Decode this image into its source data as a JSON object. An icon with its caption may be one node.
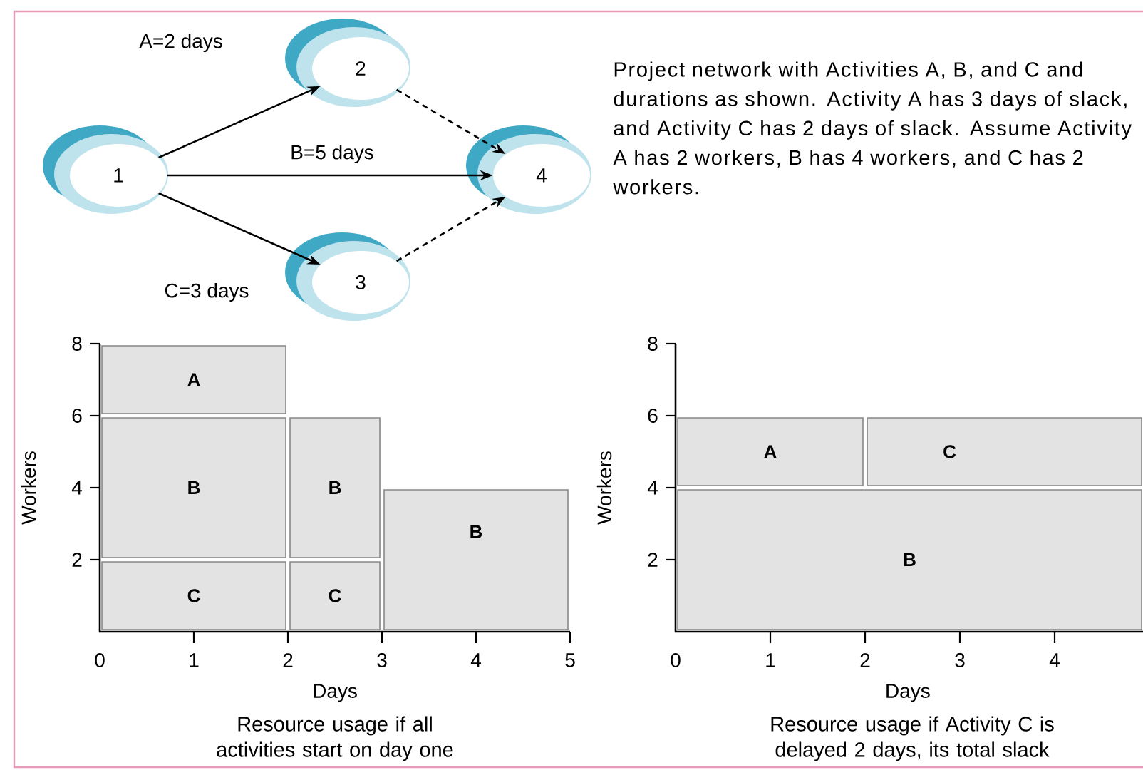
{
  "diagram": {
    "nodes": [
      {
        "text": [
          "1"
        ]
      },
      {
        "text": [
          "2"
        ]
      },
      {
        "text": [
          "3"
        ]
      },
      {
        "text": [
          "4"
        ]
      },
      {
        "text": [
          "A"
        ]
      },
      {
        "text": [
          "B"
        ]
      },
      {
        "text": [
          "B"
        ]
      },
      {
        "text": [
          "B"
        ]
      },
      {
        "text": [
          "C"
        ]
      },
      {
        "text": [
          "C"
        ]
      },
      {
        "text": [
          "A"
        ]
      },
      {
        "text": [
          "C"
        ]
      },
      {
        "text": [
          "B"
        ]
      }
    ],
    "edges": [
      {
        "from": 0,
        "to": 1,
        "arrow": "to",
        "label": "A=2 days"
      },
      {
        "from": 0,
        "to": 3,
        "arrow": "to",
        "label": "B=5 days"
      },
      {
        "from": 0,
        "to": 2,
        "arrow": "to",
        "label": "C=3 days"
      },
      {
        "from": 1,
        "to": 3,
        "arrow": "to",
        "style": "dashed"
      },
      {
        "from": 2,
        "to": 3,
        "arrow": "to",
        "style": "dashed"
      }
    ],
    "labels": [
      "Project network with Activities A, B, and C and durations as shown. Activity A has 3 days of slack, and Activity C has 2 days of slack. Assume Activity A has 2 workers, B has 4 workers, and C has 2 workers.",
      "8",
      "6",
      "4",
      "2",
      "Workers",
      "0",
      "1",
      "2",
      "3",
      "4",
      "5",
      "Days",
      "Resource usage if all activities start on day one",
      "8",
      "6",
      "4",
      "2",
      "Workers",
      "0",
      "1",
      "2",
      "3",
      "4",
      "Days",
      "Resource usage if Activity C is delayed 2 days, its total slack"
    ]
  }
}
